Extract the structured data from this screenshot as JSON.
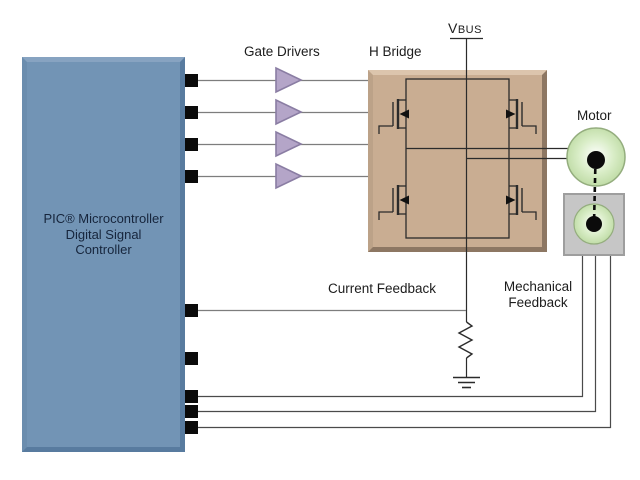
{
  "components": {
    "microcontroller": {
      "name_lines": [
        "PIC® Microcontroller",
        "Digital Signal",
        "Controller"
      ],
      "pin_count": 9
    },
    "gate_drivers": {
      "label": "Gate Drivers",
      "count": 4
    },
    "h_bridge": {
      "label": "H Bridge",
      "mosfet_count": 4
    },
    "vbus": {
      "label_main": "V",
      "label_sub": "BUS"
    },
    "motor": {
      "label": "Motor"
    },
    "current_feedback": {
      "label": "Current Feedback"
    },
    "mechanical_feedback": {
      "label_lines": [
        "Mechanical",
        "Feedback"
      ]
    }
  },
  "colors": {
    "bg": "#ffffff",
    "micro_fill": "#7294b5",
    "micro_text": "#16253c",
    "bridge_fill": "#c9ad92",
    "gate_driver_fill": "#b4a5c8",
    "gate_driver_border": "#8a7da3",
    "motor_edge": "#b7d69b",
    "motor_mid": "#d9edc7",
    "motor_center": "#ffffff",
    "motor_border": "#94ad7e",
    "sensor_fill": "#c6c6c6",
    "sensor_border": "#9e9e9e",
    "pin_color": "#0a0a0a",
    "wire_gray": "#7d7d7d",
    "wire_dark": "#4a4a4a",
    "circuit_line": "#2b2b2b",
    "label_text": "#1c1c1c"
  }
}
